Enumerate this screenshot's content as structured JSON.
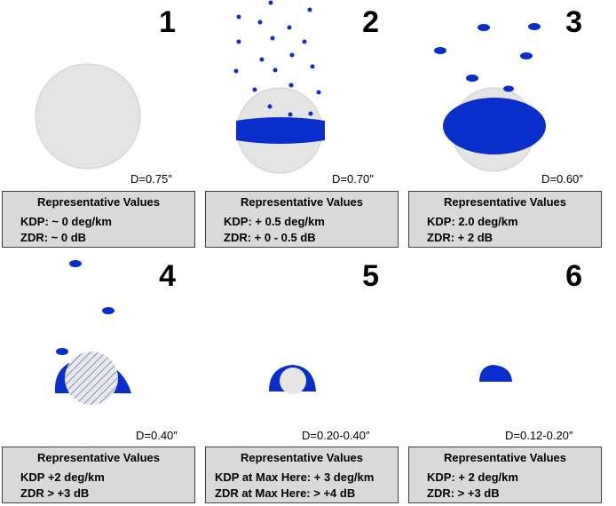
{
  "colors": {
    "drop_blue": "#0a2ecc",
    "sphere_gray": "#e4e4e4",
    "box_gray": "#d9d9d9"
  },
  "panels": [
    {
      "number": "1",
      "diameter": "D=0.75″",
      "title": "Representative Values",
      "line1": "KDP: ~ 0 deg/km",
      "line2": "ZDR: ~ 0 dB"
    },
    {
      "number": "2",
      "diameter": "D=0.70″",
      "title": "Representative Values",
      "line1": "KDP: + 0.5 deg/km",
      "line2": "ZDR: + 0 - 0.5 dB"
    },
    {
      "number": "3",
      "diameter": "D=0.60″",
      "title": "Representative Values",
      "line1": "KDP: 2.0 deg/km",
      "line2": "ZDR: + 2 dB"
    },
    {
      "number": "4",
      "diameter": "D=0.40″",
      "title": "Representative Values",
      "line1": "KDP +2 deg/km",
      "line2": "ZDR > +3 dB"
    },
    {
      "number": "5",
      "diameter": "D=0.20-0.40″",
      "title": "Representative Values",
      "line1": "KDP at Max Here: + 3 deg/km",
      "line2": "ZDR at Max Here:  > +4 dB"
    },
    {
      "number": "6",
      "diameter": "D=0.12-0.20″",
      "title": "Representative Values",
      "line1": "KDP: + 2 deg/km",
      "line2": "ZDR: > +3 dB"
    }
  ]
}
